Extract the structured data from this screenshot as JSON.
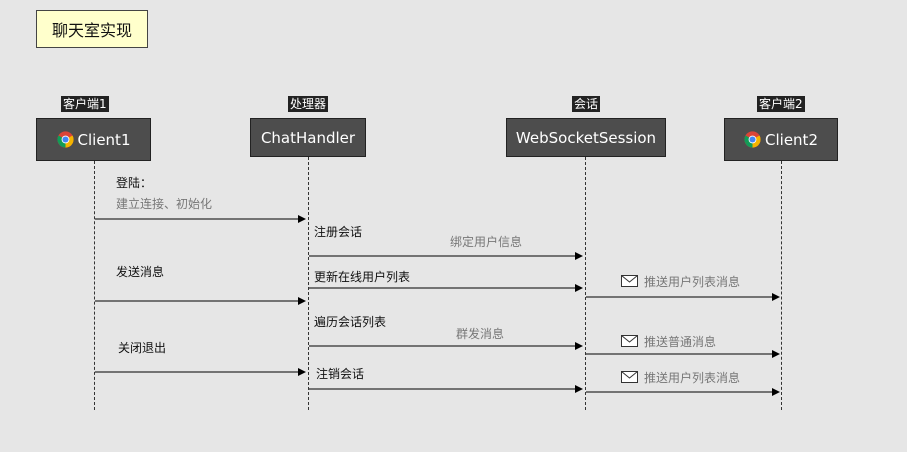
{
  "title": "聊天室实现",
  "roles": {
    "client1": "客户端1",
    "handler": "处理器",
    "session": "会话",
    "client2": "客户端2"
  },
  "actors": {
    "client1": "Client1",
    "handler": "ChatHandler",
    "session": "WebSocketSession",
    "client2": "Client2"
  },
  "messages": {
    "login_title": "登陆：",
    "login_desc": "建立连接、初始化",
    "register": "注册会话",
    "bind_user": "绑定用户信息",
    "send_msg": "发送消息",
    "update_online": "更新在线用户列表",
    "push_user_list_1": "推送用户列表消息",
    "traverse": "遍历会话列表",
    "group_send": "群发消息",
    "push_normal": "推送普通消息",
    "close_exit": "关闭退出",
    "unregister": "注销会话",
    "push_user_list_2": "推送用户列表消息"
  },
  "icons": {
    "client_icon": "chrome-icon",
    "message_icon": "envelope-icon"
  }
}
